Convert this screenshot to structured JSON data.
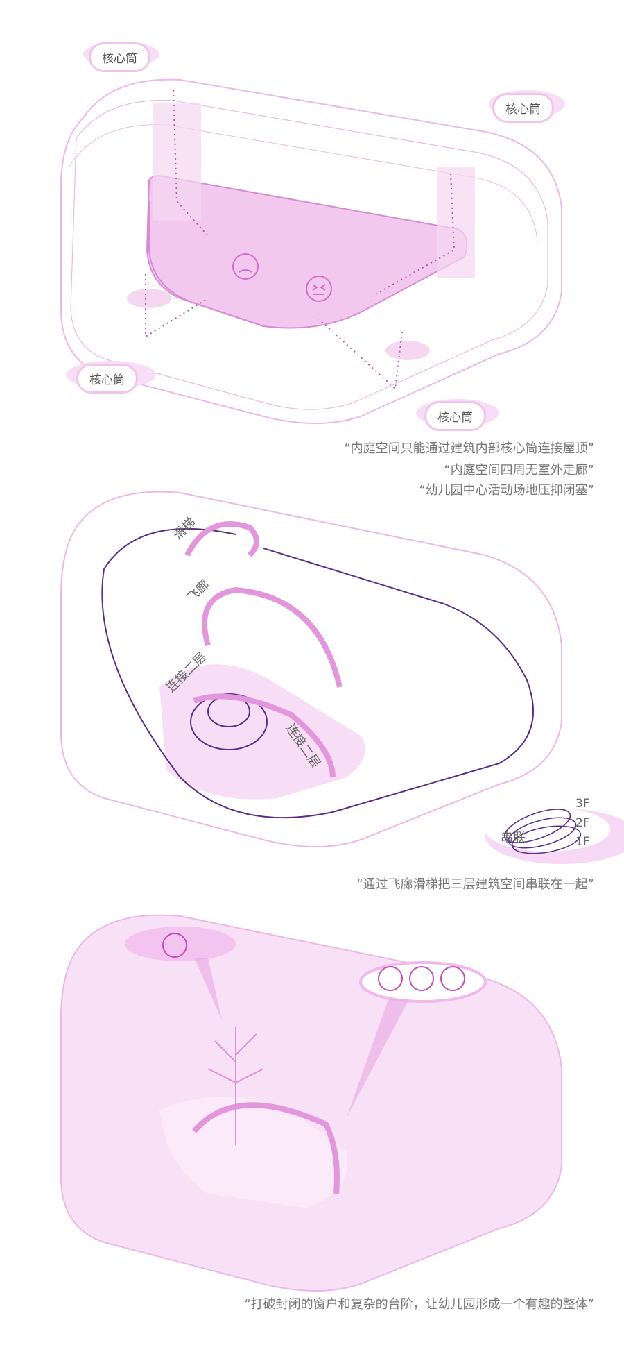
{
  "colors": {
    "pink": "#e9a6e4",
    "pink_light": "#f7ddf5",
    "purple": "#5b2d86",
    "text": "#666666"
  },
  "section1": {
    "core_labels": [
      "核心筒",
      "核心筒",
      "核心筒",
      "核心筒"
    ],
    "emoji_icons": [
      "frown-face-icon",
      "dizzy-face-icon"
    ],
    "quotes": [
      "“内庭空间只能通过建筑内部核心筒连接屋顶”",
      "“内庭空间四周无室外走廊”",
      "“幼儿园中心活动场地压抑闭塞”"
    ]
  },
  "section2": {
    "labels": {
      "slide": "滑梯",
      "bridge": "飞廊",
      "connect_a": "连接二层",
      "connect_b": "连接二层"
    },
    "series_label": "串联",
    "floors": [
      "3F",
      "2F",
      "1F"
    ],
    "quote": "“通过飞廊滑梯把三层建筑空间串联在一起”"
  },
  "section3": {
    "emoji_icons": [
      "angry-face-icon",
      "smile-face-icon",
      "wink-face-icon",
      "tongue-face-icon"
    ],
    "quote": "“打破封闭的窗户和复杂的台阶，让幼儿园形成一个有趣的整体”"
  }
}
